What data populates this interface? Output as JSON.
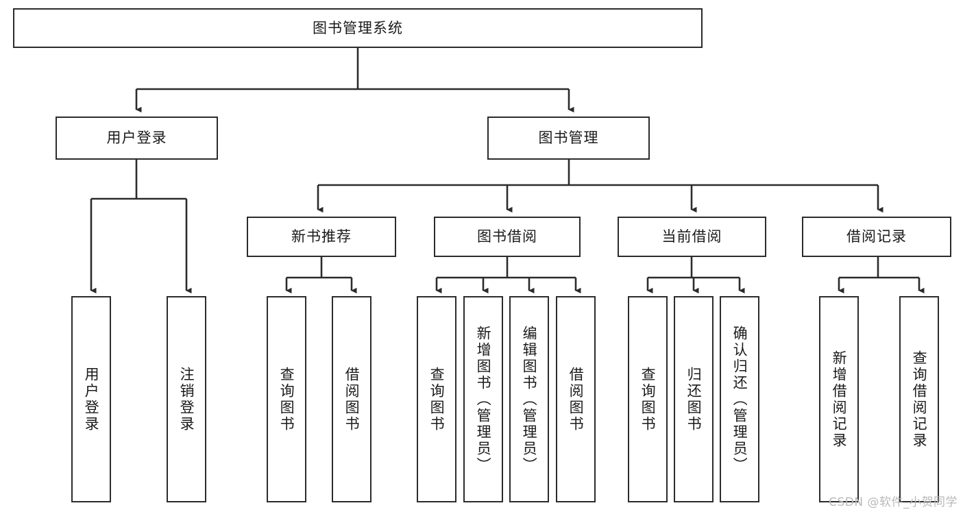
{
  "diagram": {
    "title": "图书管理系统",
    "type": "tree",
    "levels": 4,
    "colors": {
      "box_border": "#2b2b2b",
      "box_fill": "#ffffff",
      "edge": "#2b2b2b",
      "text": "#1a1a1a",
      "watermark": "#b9b9b9",
      "background": "#ffffff"
    },
    "root": {
      "label": "图书管理系统"
    },
    "level2": [
      {
        "label": "用户登录"
      },
      {
        "label": "图书管理"
      }
    ],
    "level3": [
      {
        "label": "新书推荐"
      },
      {
        "label": "图书借阅"
      },
      {
        "label": "当前借阅"
      },
      {
        "label": "借阅记录"
      }
    ],
    "leaves": {
      "user_login": [
        {
          "label": "用户登录"
        },
        {
          "label": "注销登录"
        }
      ],
      "new_book_recommend": [
        {
          "label": "查询图书"
        },
        {
          "label": "借阅图书"
        }
      ],
      "book_borrow": [
        {
          "label": "查询图书"
        },
        {
          "label": "新增图书（管理员）"
        },
        {
          "label": "编辑图书（管理员）"
        },
        {
          "label": "借阅图书"
        }
      ],
      "current_borrow": [
        {
          "label": "查询图书"
        },
        {
          "label": "归还图书"
        },
        {
          "label": "确认归还（管理员）"
        }
      ],
      "borrow_record": [
        {
          "label": "新增借阅记录"
        },
        {
          "label": "查询借阅记录"
        }
      ]
    }
  },
  "watermark": {
    "text": "CSDN @软件_小贺同学"
  }
}
